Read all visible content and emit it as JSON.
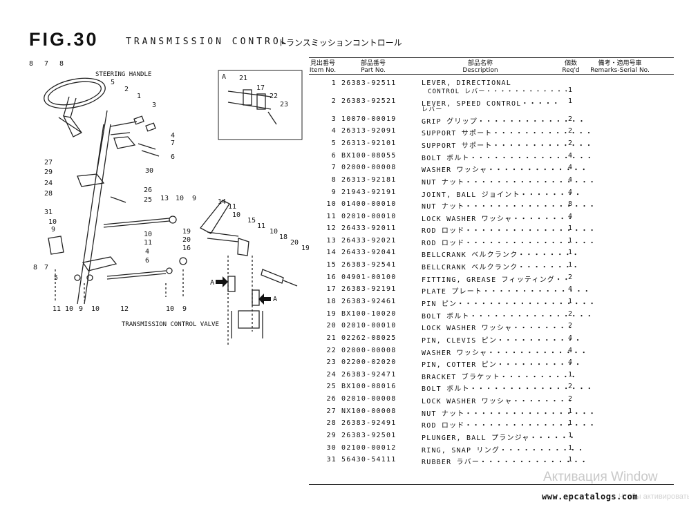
{
  "figure": {
    "number": "FIG.30",
    "title": "TRANSMISSION CONTROL",
    "title_jp": "トランスミッションコントロール"
  },
  "table_header": {
    "item_jp": "見出番号",
    "item_en": "Item No.",
    "part_jp": "部品番号",
    "part_en": "Part No.",
    "desc_jp": "部品名称",
    "desc_en": "Description",
    "qty_jp": "個数",
    "qty_en": "Req'd",
    "remarks_jp": "備考・適用号車",
    "remarks_en": "Remarks-Serial No."
  },
  "parts": [
    {
      "no": "1",
      "part": "26383-92511",
      "desc": "LEVER, DIRECTIONAL",
      "desc2": "CONTROL レバー・・・・・・・・・・・・",
      "qty": "1"
    },
    {
      "no": "2",
      "part": "26383-92521",
      "desc": "LEVER, SPEED CONTROL・・・・・",
      "desc2": "レバー",
      "qty": "1"
    },
    {
      "no": "3",
      "part": "10070-00019",
      "desc": "GRIP グリップ・・・・・・・・・・・・・・",
      "qty": "2"
    },
    {
      "no": "4",
      "part": "26313-92091",
      "desc": "SUPPORT サポート・・・・・・・・・・・・・",
      "qty": "2"
    },
    {
      "no": "5",
      "part": "26313-92101",
      "desc": "SUPPORT サポート・・・・・・・・・・・・・",
      "qty": "2"
    },
    {
      "no": "6",
      "part": "BX100-08055",
      "desc": "BOLT ボルト・・・・・・・・・・・・・・・・",
      "qty": "4"
    },
    {
      "no": "7",
      "part": "02000-00008",
      "desc": "WASHER ワッシャ・・・・・・・・・・・・・",
      "qty": "4"
    },
    {
      "no": "8",
      "part": "26313-92181",
      "desc": "NUT ナット・・・・・・・・・・・・・・・・・",
      "qty": "4"
    },
    {
      "no": "9",
      "part": "21943-92191",
      "desc": "JOINT, BALL ジョイント・・・・・・・・",
      "qty": "4"
    },
    {
      "no": "10",
      "part": "01400-00010",
      "desc": "NUT ナット・・・・・・・・・・・・・・・・・",
      "qty": "8"
    },
    {
      "no": "11",
      "part": "02010-00010",
      "desc": "LOCK WASHER ワッシャ・・・・・・・・",
      "qty": "4"
    },
    {
      "no": "12",
      "part": "26433-92011",
      "desc": "ROD ロッド・・・・・・・・・・・・・・・・・",
      "qty": "1"
    },
    {
      "no": "13",
      "part": "26433-92021",
      "desc": "ROD ロッド・・・・・・・・・・・・・・・・・",
      "qty": "1"
    },
    {
      "no": "14",
      "part": "26433-92041",
      "desc": "BELLCRANK ベルクランク・・・・・・・・",
      "qty": "1"
    },
    {
      "no": "15",
      "part": "26383-92541",
      "desc": "BELLCRANK ベルクランク・・・・・・・・",
      "qty": "1"
    },
    {
      "no": "16",
      "part": "04901-00100",
      "desc": "FITTING, GREASE フィッティング・・",
      "qty": "2"
    },
    {
      "no": "17",
      "part": "26383-92191",
      "desc": "PLATE プレート・・・・・・・・・・・・・・",
      "qty": "4"
    },
    {
      "no": "18",
      "part": "26383-92461",
      "desc": "PIN ピン・・・・・・・・・・・・・・・・・・",
      "qty": "1"
    },
    {
      "no": "19",
      "part": "BX100-10020",
      "desc": "BOLT ボルト・・・・・・・・・・・・・・・・",
      "qty": "2"
    },
    {
      "no": "20",
      "part": "02010-00010",
      "desc": "LOCK WASHER ワッシャ・・・・・・・・",
      "qty": "2"
    },
    {
      "no": "21",
      "part": "02262-08025",
      "desc": "PIN, CLEVIS ピン・・・・・・・・・・・",
      "qty": "4"
    },
    {
      "no": "22",
      "part": "02000-00008",
      "desc": "WASHER ワッシャ・・・・・・・・・・・・・",
      "qty": "4"
    },
    {
      "no": "23",
      "part": "02200-02020",
      "desc": "PIN, COTTER ピン・・・・・・・・・・・",
      "qty": "4"
    },
    {
      "no": "24",
      "part": "26383-92471",
      "desc": "BRACKET ブラケット・・・・・・・・・・",
      "qty": "1"
    },
    {
      "no": "25",
      "part": "BX100-08016",
      "desc": "BOLT ボルト・・・・・・・・・・・・・・・・",
      "qty": "2"
    },
    {
      "no": "26",
      "part": "02010-00008",
      "desc": "LOCK WASHER ワッシャ・・・・・・・・",
      "qty": "2"
    },
    {
      "no": "27",
      "part": "NX100-00008",
      "desc": "NUT ナット・・・・・・・・・・・・・・・・・",
      "qty": "1"
    },
    {
      "no": "28",
      "part": "26383-92491",
      "desc": "ROD ロッド・・・・・・・・・・・・・・・・・",
      "qty": "1"
    },
    {
      "no": "29",
      "part": "26383-92501",
      "desc": "PLUNGER, BALL プランジャ・・・・・・",
      "qty": "1"
    },
    {
      "no": "30",
      "part": "02100-00012",
      "desc": "RING, SNAP リング・・・・・・・・・・・",
      "qty": "1"
    },
    {
      "no": "31",
      "part": "56430-54111",
      "desc": "RUBBER ラバー・・・・・・・・・・・・・・",
      "qty": "1"
    }
  ],
  "diagram": {
    "steering_label": "STEERING HANDLE",
    "valve_label": "TRANSMISSION CONTROL VALVE",
    "detail_letter": "A",
    "callouts": [
      "8",
      "7",
      "8",
      "5",
      "2",
      "1",
      "3",
      "4",
      "7",
      "6",
      "27",
      "29",
      "30",
      "24",
      "26",
      "28",
      "25",
      "31",
      "13",
      "10",
      "9",
      "10",
      "9",
      "10",
      "11",
      "4",
      "6",
      "8",
      "7",
      "5",
      "11",
      "10",
      "9",
      "10",
      "12",
      "10",
      "9",
      "14",
      "11",
      "15",
      "11",
      "10",
      "18",
      "20",
      "19",
      "19",
      "20",
      "16",
      "17",
      "21",
      "22",
      "23",
      "A",
      "A"
    ]
  },
  "footer": {
    "url": "www.epcatalogs.com",
    "watermark": "Активация Window",
    "watermark2": "Чтобы активировать Window"
  }
}
